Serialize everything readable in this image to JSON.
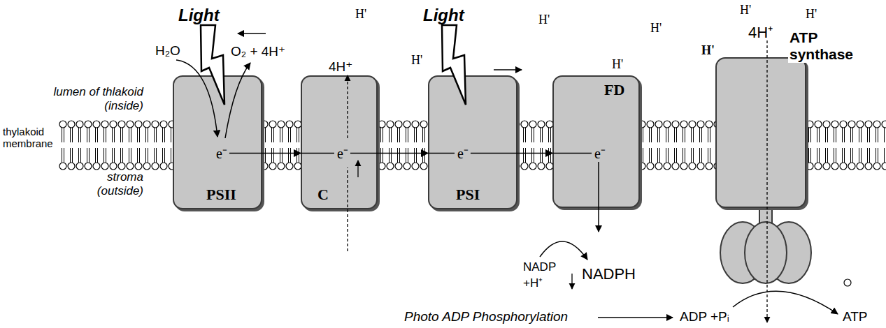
{
  "diagram": {
    "nodes": [
      {
        "text": [
          "e⁻",
          "PSII"
        ]
      },
      {
        "text": [
          "e⁻",
          "C"
        ]
      },
      {
        "text": [
          "e⁻",
          "PSI"
        ]
      },
      {
        "text": [
          "FD",
          "e⁻"
        ]
      },
      {
        "text": [
          "ATP synthase"
        ]
      }
    ],
    "edges": [
      {
        "from": 0,
        "to": 1,
        "arrow": "to"
      },
      {
        "from": 1,
        "to": 2,
        "arrow": "to"
      },
      {
        "from": 2,
        "to": 3,
        "arrow": "to"
      }
    ],
    "labels": [
      "Light",
      "H₂O",
      "O₂ + 4H⁺",
      "4H⁺",
      "H'",
      "H'",
      "Light",
      "H'",
      "H'",
      "H'",
      "H'",
      "H'",
      "4H⁺",
      "H'",
      "lumen of thlakoid (inside)",
      "thylakoid membrane",
      "stroma (outside)",
      "NADP +H⁺",
      "NADPH",
      "Photo ADP Phosphorylation",
      "ADP +Pᵢ",
      "ATP"
    ]
  }
}
